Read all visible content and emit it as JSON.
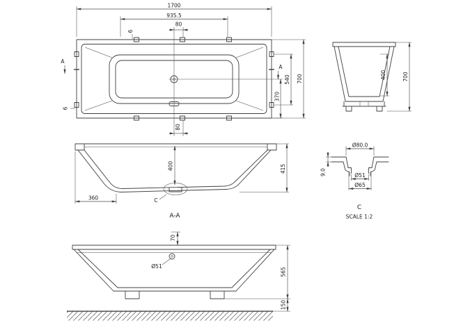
{
  "drawing": {
    "background": "#ffffff",
    "line_color": "#3f3f3f",
    "text_color": "#1c1c1c"
  },
  "plan_view": {
    "width": "1700",
    "inner_width": "935.5",
    "drain_offset_top": "80",
    "rim_gap_top": "6",
    "rim_gap_left": "6",
    "overflow_offset": "80",
    "drain_to_edge": "370",
    "inner_depth": "540",
    "depth": "700",
    "section_marker_left": "A",
    "section_marker_right": "A"
  },
  "end_view": {
    "inner_height": "400",
    "width": "700"
  },
  "section_view": {
    "inner_depth": "400",
    "overall_depth": "415",
    "base_offset": "360",
    "detail_marker": "C",
    "caption": "A-A"
  },
  "detail_view": {
    "flange_dia": "Ø80.0",
    "hole_dia": "Ø51",
    "recess_dia": "Ø65",
    "thickness": "9.0",
    "caption": "C",
    "scale_label": "SCALE 1:2"
  },
  "elevation_view": {
    "drain_offset": "70",
    "drain_dia": "Ø51",
    "height": "565",
    "clearance": "150"
  }
}
